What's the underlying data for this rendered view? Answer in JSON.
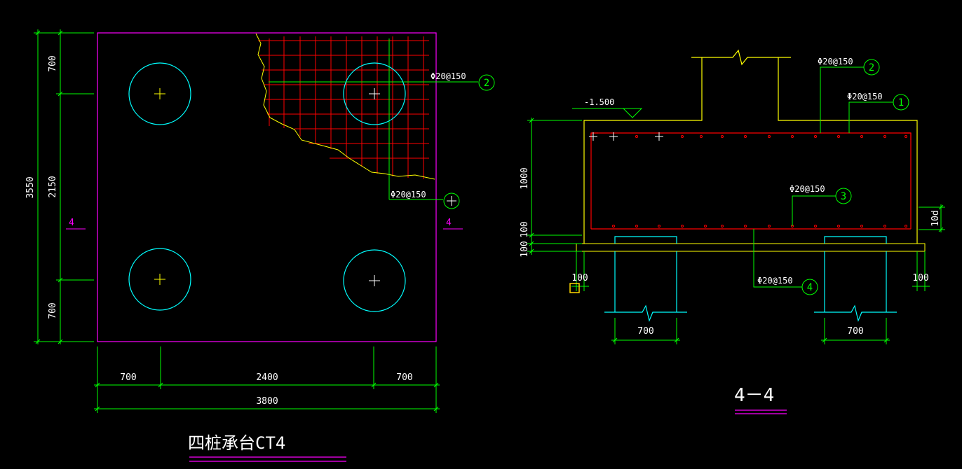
{
  "colors": {
    "background": "#000000",
    "outline": "#ff00ff",
    "pile": "#00ffff",
    "dimension": "#00ff00",
    "rebar": "#ff0000",
    "concrete": "#ffff00",
    "text": "#ffffff",
    "axis_label": "#ff00ff"
  },
  "plan": {
    "title": "四桩承台CT4",
    "section_mark": "4",
    "rebar_label_2": "Φ20@150",
    "rebar_label_4": "Φ20@150",
    "bubble_2": "2",
    "dims_left": {
      "total": "3550",
      "top": "700",
      "middle": "2150",
      "bottom": "700"
    },
    "dims_bottom": {
      "left": "700",
      "middle": "2400",
      "right": "700",
      "total": "3800"
    }
  },
  "section": {
    "title": "4－4",
    "elevation": "-1.500",
    "rebar": [
      {
        "bubble": "1",
        "label": "Φ20@150"
      },
      {
        "bubble": "2",
        "label": "Φ20@150"
      },
      {
        "bubble": "3",
        "label": "Φ20@150"
      },
      {
        "bubble": "4",
        "label": "Φ20@150"
      }
    ],
    "dims": {
      "height": "1000",
      "cover_a": "100",
      "cover_b": "100",
      "left_edge": "100",
      "right_edge": "100",
      "pile_left": "700",
      "pile_right": "700",
      "side_d": "10d"
    }
  }
}
